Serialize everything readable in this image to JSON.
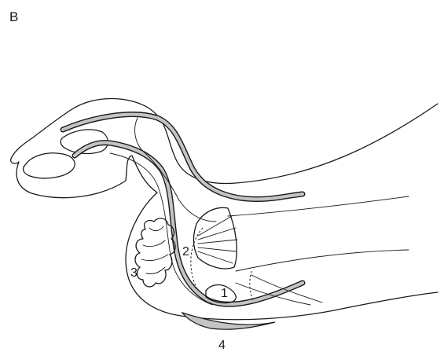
{
  "panel_letter": "B",
  "labels": [
    {
      "id": "1",
      "text": "1"
    },
    {
      "id": "2",
      "text": "2"
    },
    {
      "id": "3",
      "text": "3"
    },
    {
      "id": "4",
      "text": "4"
    }
  ],
  "colors": {
    "ink": "#1a1a1a",
    "shaded_structures": "#c4c4c4",
    "background": "#ffffff"
  }
}
